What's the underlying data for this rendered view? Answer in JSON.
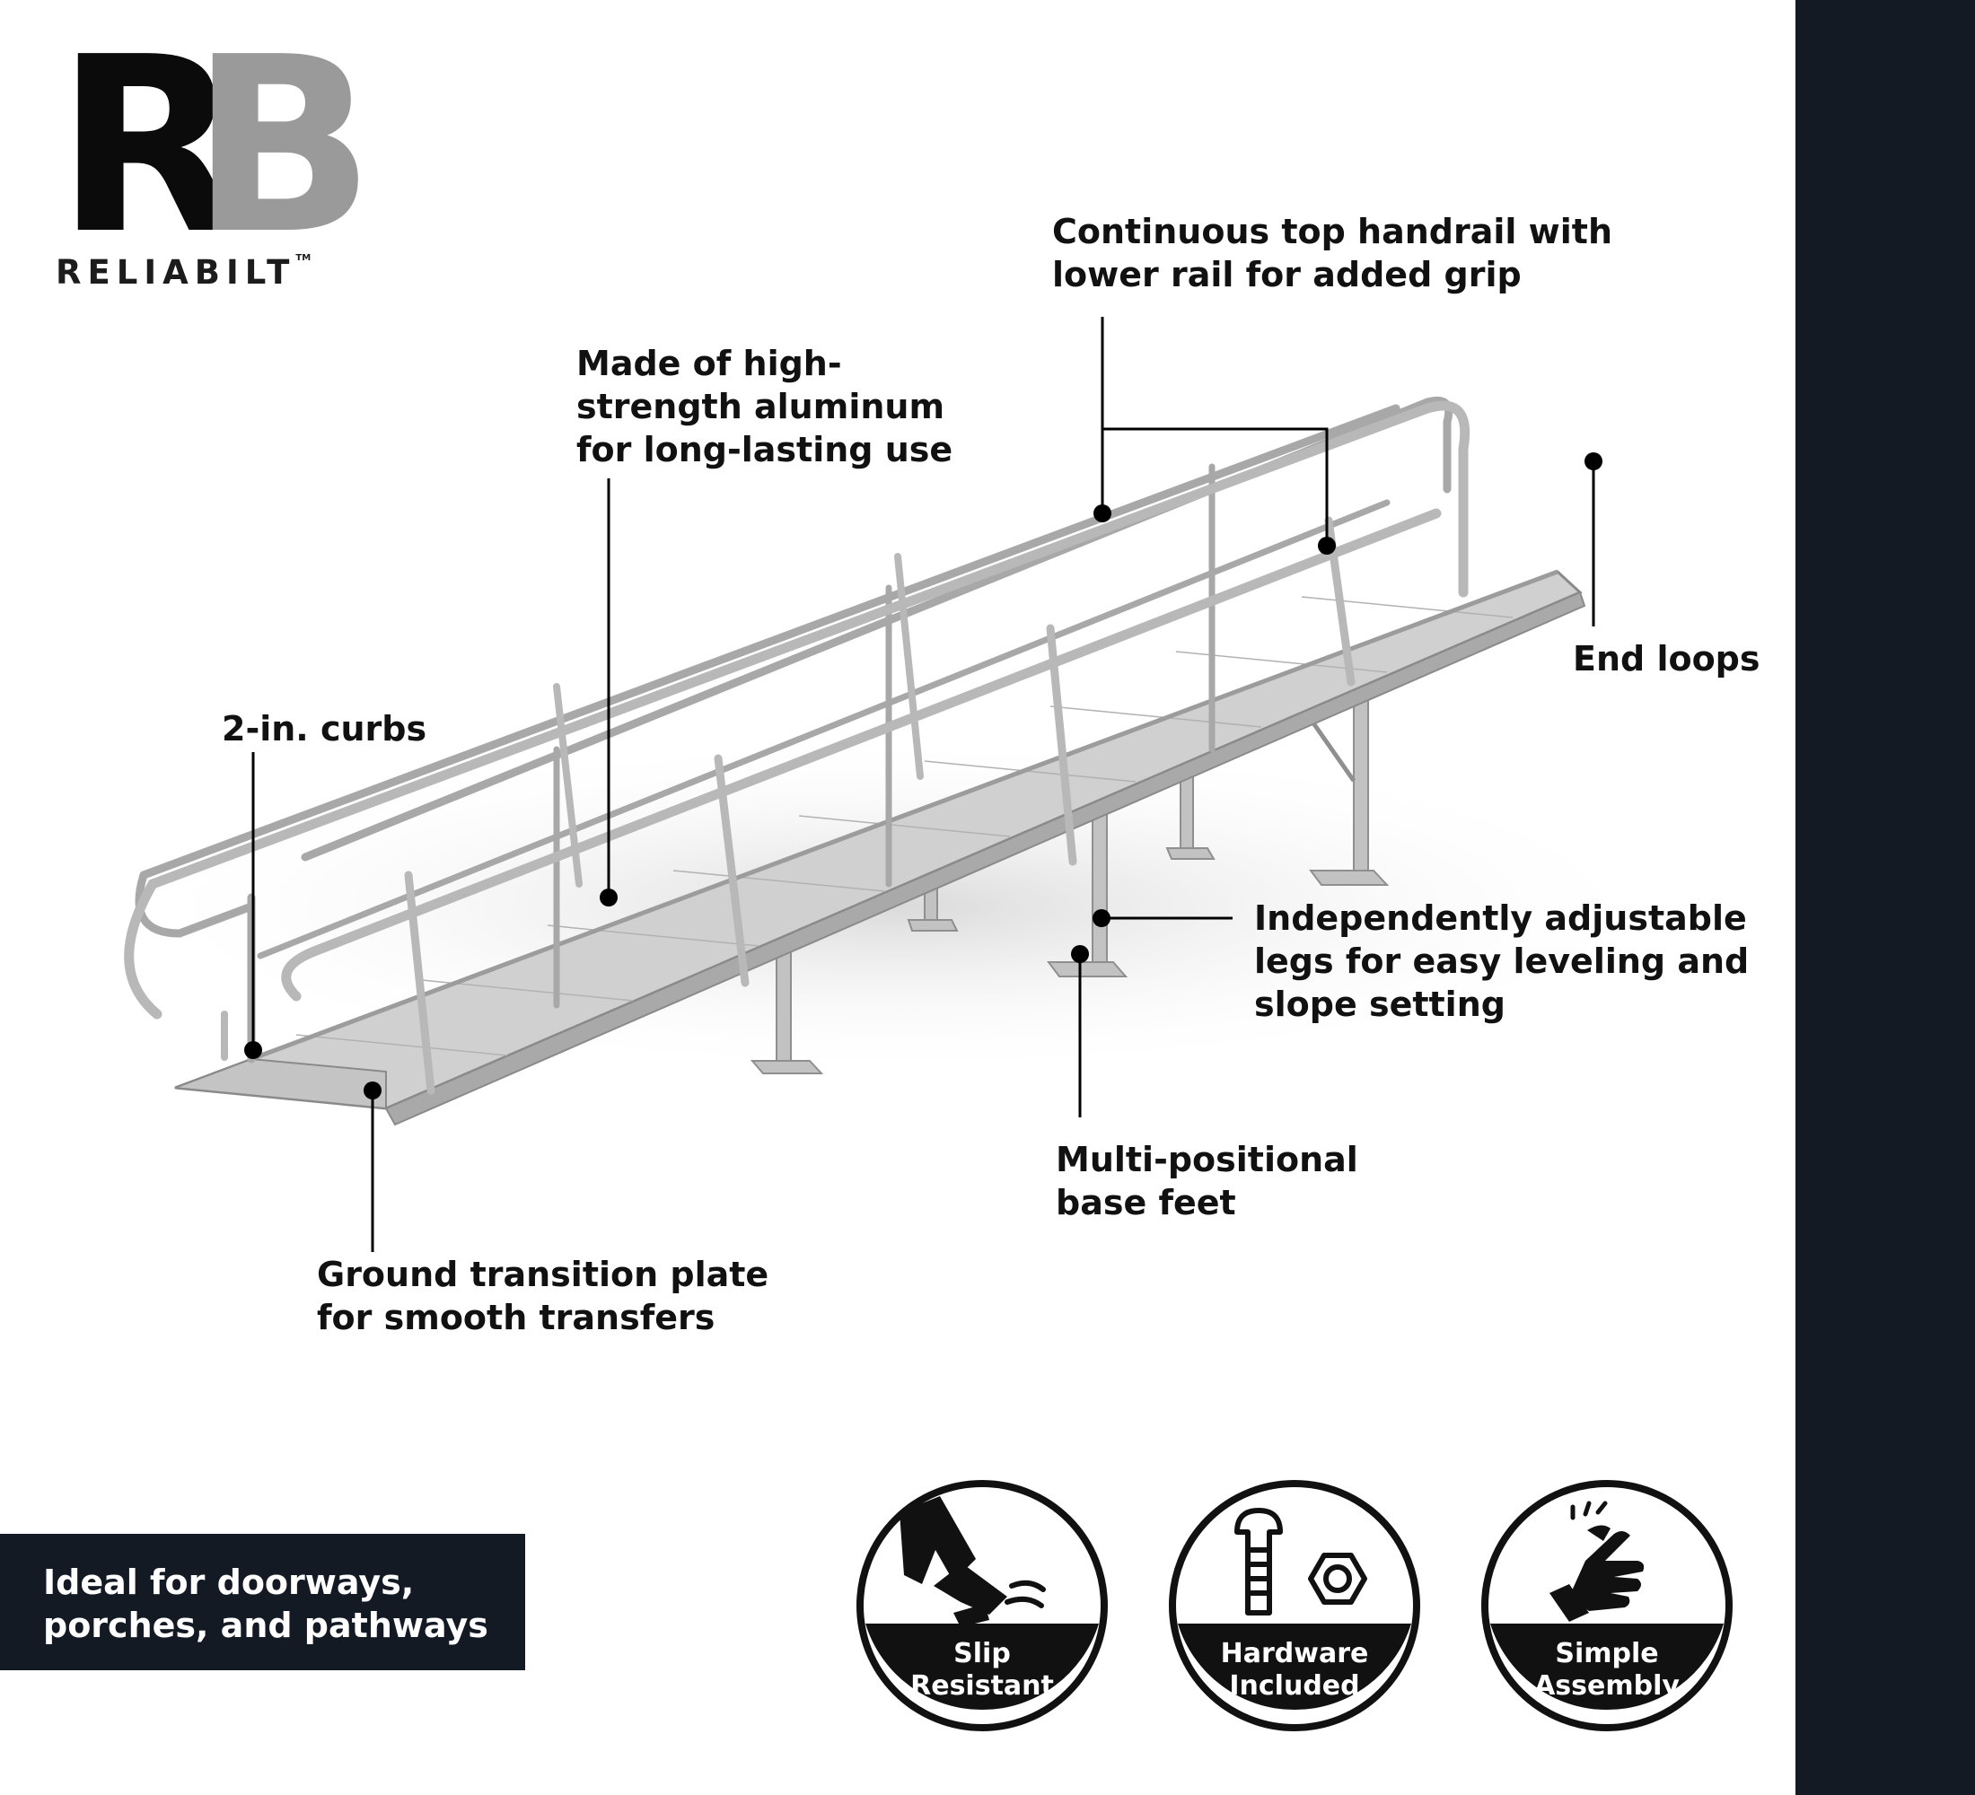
{
  "brand": {
    "monogram_left": "R",
    "monogram_right": "B",
    "wordmark": "RELIABILT",
    "trademark": "TM",
    "colors": {
      "dark": "#0b0b0b",
      "gray": "#9a9a9a"
    }
  },
  "callouts": {
    "handrail": [
      "Continuous top handrail with",
      "lower rail for added grip"
    ],
    "aluminum": [
      "Made of high-",
      "strength aluminum",
      "for long-lasting use"
    ],
    "end_loops": [
      "End loops"
    ],
    "curbs": [
      "2-in. curbs"
    ],
    "legs": [
      "Independently adjustable",
      "legs for easy leveling and",
      "slope setting"
    ],
    "feet": [
      "Multi-positional",
      "base feet"
    ],
    "plate": [
      "Ground transition plate",
      "for smooth transfers"
    ]
  },
  "banner": {
    "lines": [
      "Ideal for doorways,",
      "porches, and pathways"
    ],
    "background": "#141a24"
  },
  "badges": [
    {
      "icon": "slip-resistant-icon",
      "lines": [
        "Slip",
        "Resistant"
      ]
    },
    {
      "icon": "hardware-included-icon",
      "lines": [
        "Hardware",
        "Included"
      ]
    },
    {
      "icon": "simple-assembly-icon",
      "lines": [
        "Simple",
        "Assembly"
      ]
    }
  ],
  "sidebar_color": "#141a24"
}
